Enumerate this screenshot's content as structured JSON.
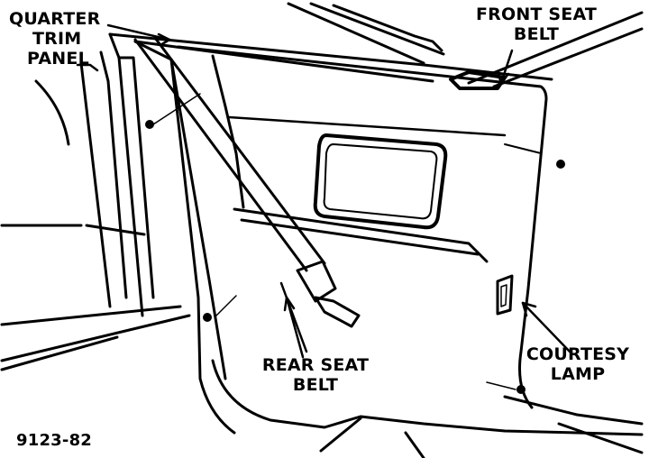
{
  "labels": {
    "quarter_trim_panel": [
      "QUARTER",
      "TRIM",
      "PANEL"
    ],
    "front_seat_belt": [
      "FRONT SEAT",
      "BELT"
    ],
    "rear_seat_belt": [
      "REAR SEAT",
      "BELT"
    ],
    "courtesy_lamp": [
      "COURTESY",
      "LAMP"
    ],
    "figure_number": "9123-82"
  },
  "colors": {
    "ink": "#000000",
    "paper": "#ffffff"
  }
}
